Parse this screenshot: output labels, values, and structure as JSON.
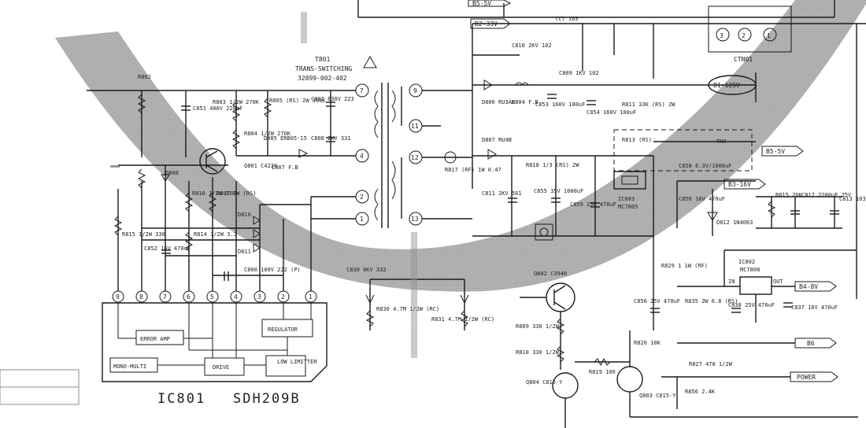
{
  "diagram": {
    "transformer": {
      "ref": "T801",
      "name": "TRANS-SWITCHING",
      "part": "32899-002-402",
      "pins": [
        "7",
        "4",
        "2",
        "1",
        "9",
        "11",
        "12",
        "13"
      ]
    },
    "ic801": {
      "name": "IC801",
      "part": "SDH209B",
      "blocks": [
        "ERROR AMP",
        "REGULATOR",
        "MONO-MULTI",
        "DRIVE",
        "LOW LIMITTER"
      ],
      "pins": [
        "9",
        "8",
        "7",
        "6",
        "5",
        "4",
        "3",
        "2",
        "1"
      ]
    },
    "ic802": {
      "ref": "IC802",
      "part": "MC7808",
      "in_label": "IN",
      "out_label": "OUT"
    },
    "ic803": {
      "ref": "IC803",
      "part": "MC7805"
    },
    "connector": {
      "ref": "CTN01",
      "pins": [
        "3",
        "2",
        "1"
      ]
    },
    "rails": [
      "B5-5V",
      "B2-33V",
      "B1-125V",
      "B5-5V",
      "B3-16V",
      "B4-8V",
      "B6",
      "POWER"
    ],
    "labels": {
      "c836": "(C) 103",
      "c810": "C810 2KV 102",
      "c809": "C809 1KV 102",
      "r802": "R802",
      "c851": "C851 400V 220uF",
      "r803": "R803 1/2W 270K",
      "r805": "R805 (RS) 2W 100K",
      "c807": "C807 630V 223",
      "d805": "D805 ERB05-15",
      "c808": "C808 2KV 331",
      "r804": "R804 1/2W 270K",
      "q801": "Q801 C4236",
      "l807": "L807 F.B",
      "d806": "D806 RU3AM",
      "l804": "L804 F.B",
      "c853": "C853 160V 100uF",
      "c854": "C854 160V 100uF",
      "r811": "R811 33K (RS) 2W",
      "d807": "D807 RU4B",
      "r817": "R817 (RF) 1W 0.47",
      "c811": "C811 2KV 561",
      "r818": "R818 1/3 (RS) 2W",
      "r813": "R813 (RS)",
      "c858": "C858 6.3V/1000uF",
      "c855": "C855 35V 1000uF",
      "c859": "C859 25V 470uF",
      "c852": "C852 16V 470uF",
      "r815": "R815 1/2W 330",
      "r816": "R816 1/2W 330",
      "r807": "R807 2W (RS)",
      "r814": "R814 1/2W 3.3",
      "c800": "C800 100V 222 (P)",
      "c830": "C830 6KV 332",
      "r830": "R830 4.7M 1/2W (RC)",
      "r831": "R831 4.7M 1/2W (RC)",
      "q802": "Q802 C3940",
      "r809": "R809 330 1/2W",
      "r810": "R810 330 1/2W",
      "q804": "Q804 C815-Y",
      "r819": "R819 100",
      "r820": "R820 10K",
      "q803": "Q803 C815-Y",
      "r856": "R856 2.4K",
      "c856": "C856 25V 470uF",
      "r835": "R835 2W 6.8 (RS)",
      "c838": "C838 25V 470uF",
      "c837": "C837 16V 470uF",
      "r827": "R827 470 1/2W",
      "r829": "R829 1 1W (RF)",
      "r815b": "R815 20K",
      "c817": "C817 2200uF 25V",
      "c813": "C813 103 (P)",
      "d812": "D812 1N4003",
      "c850": "C850 16V 470uF",
      "d808": "D808",
      "d810": "D810",
      "d811": "D811",
      "thx": "THX"
    }
  }
}
